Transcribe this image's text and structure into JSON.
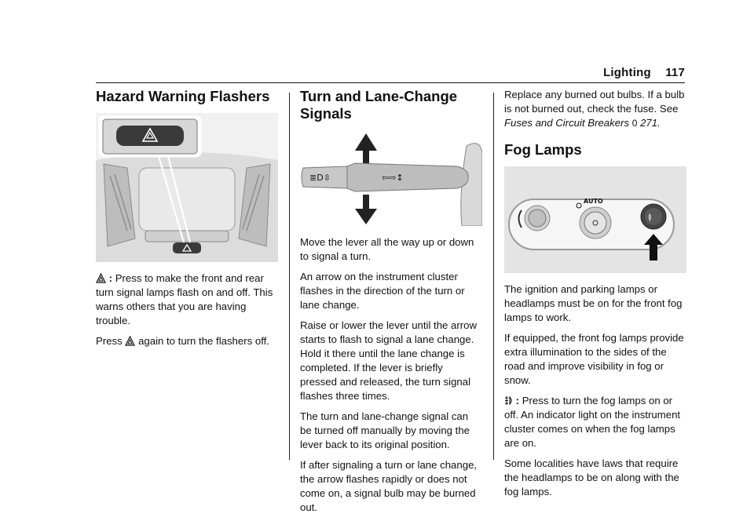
{
  "header": {
    "section": "Lighting",
    "page_number": "117"
  },
  "col1": {
    "title": "Hazard Warning Flashers",
    "p1_rest": "Press to make the front and rear turn signal lamps flash on and off. This warns others that you are having trouble.",
    "p2_a": "Press",
    "p2_b": "again to turn the flashers off."
  },
  "col2": {
    "title": "Turn and Lane-Change Signals",
    "paragraphs": [
      "Move the lever all the way up or down to signal a turn.",
      "An arrow on the instrument cluster flashes in the direction of the turn or lane change.",
      "Raise or lower the lever until the arrow starts to flash to signal a lane change. Hold it there until the lane change is completed. If the lever is briefly pressed and released, the turn signal flashes three times.",
      "The turn and lane-change signal can be turned off manually by moving the lever back to its original position.",
      "If after signaling a turn or lane change, the arrow flashes rapidly or does not come on, a signal bulb may be burned out."
    ]
  },
  "col3": {
    "intro_a": "Replace any burned out bulbs. If a bulb is not burned out, check the fuse. See",
    "intro_link": "Fuses and Circuit Breakers",
    "intro_ref_symbol": "0",
    "intro_page": "271",
    "title": "Fog Lamps",
    "auto_label": "AUTO",
    "paragraphs": [
      "The ignition and parking lamps or headlamps must be on for the front fog lamps to work.",
      "If equipped, the front fog lamps provide extra illumination to the sides of the road and improve visibility in fog or snow."
    ],
    "fog_p_rest": "Press to turn the fog lamps on or off. An indicator light on the instrument cluster comes on when the fog lamps are on.",
    "last": "Some localities have laws that require the headlamps to be on along with the fog lamps."
  },
  "icons": [
    "hazard-icon",
    "fog-lamp-icon",
    "turn-signal-arrow-icon"
  ]
}
